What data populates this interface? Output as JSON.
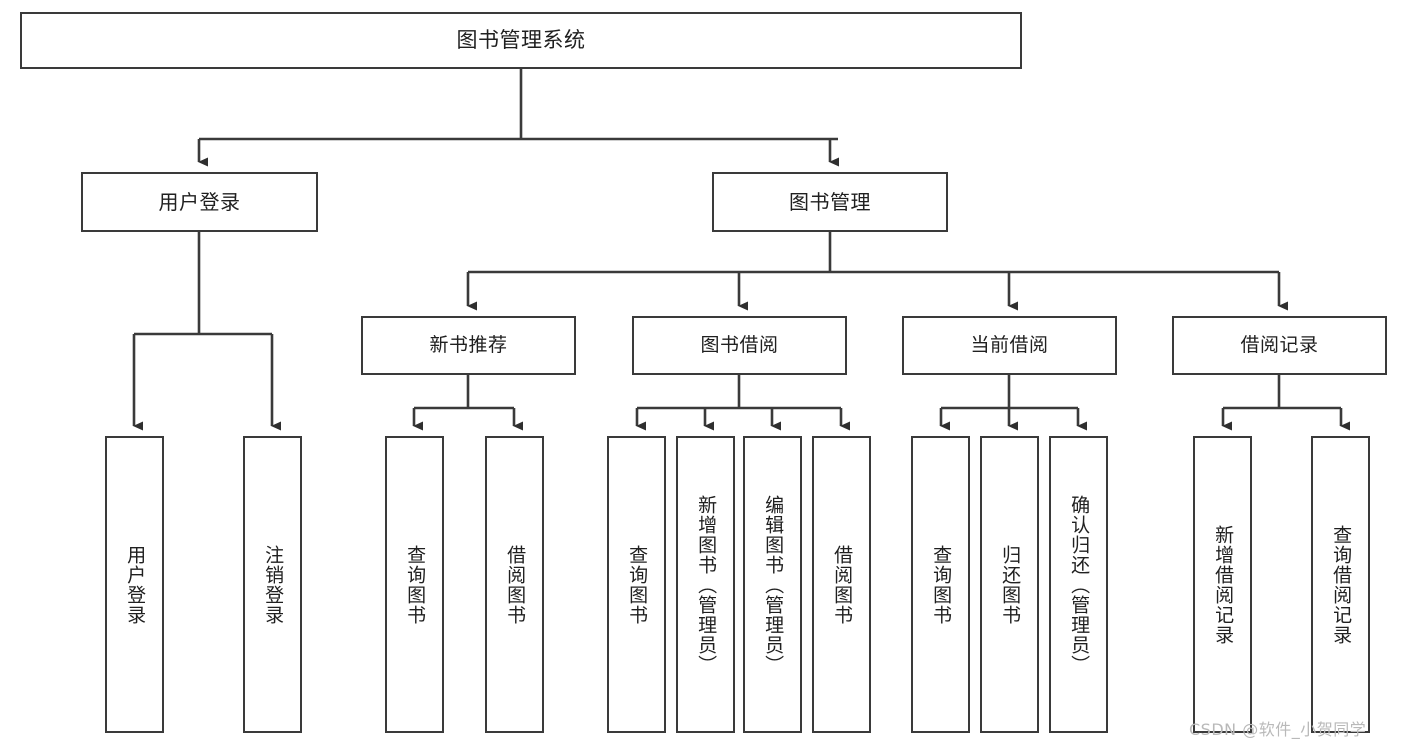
{
  "diagram": {
    "type": "tree-hierarchy",
    "title": "图书管理系统",
    "watermark": "CSDN @软件_小贺同学",
    "colors": {
      "stroke": "#3a3a3a",
      "fill": "#ffffff",
      "text": "#202020",
      "watermark": "#b9b9b9"
    },
    "nodes": {
      "root": {
        "label": "图书管理系统"
      },
      "level2": [
        {
          "id": "user-login",
          "label": "用户登录"
        },
        {
          "id": "book-manage",
          "label": "图书管理"
        }
      ],
      "level3": [
        {
          "id": "new-book-rec",
          "label": "新书推荐"
        },
        {
          "id": "book-borrow",
          "label": "图书借阅"
        },
        {
          "id": "current-borrow",
          "label": "当前借阅"
        },
        {
          "id": "borrow-record",
          "label": "借阅记录"
        }
      ],
      "leaves": [
        {
          "id": "leaf-user-login",
          "label": "用户登录",
          "parent": "user-login"
        },
        {
          "id": "leaf-logout",
          "label": "注销登录",
          "parent": "user-login"
        },
        {
          "id": "leaf-query-book-1",
          "label": "查询图书",
          "parent": "new-book-rec"
        },
        {
          "id": "leaf-borrow-book-1",
          "label": "借阅图书",
          "parent": "new-book-rec"
        },
        {
          "id": "leaf-query-book-2",
          "label": "查询图书",
          "parent": "book-borrow"
        },
        {
          "id": "leaf-add-book",
          "label": "新增图书（管理员）",
          "parent": "book-borrow"
        },
        {
          "id": "leaf-edit-book",
          "label": "编辑图书（管理员）",
          "parent": "book-borrow"
        },
        {
          "id": "leaf-borrow-book-2",
          "label": "借阅图书",
          "parent": "book-borrow"
        },
        {
          "id": "leaf-query-book-3",
          "label": "查询图书",
          "parent": "current-borrow"
        },
        {
          "id": "leaf-return-book",
          "label": "归还图书",
          "parent": "current-borrow"
        },
        {
          "id": "leaf-confirm-return",
          "label": "确认归还（管理员）",
          "parent": "current-borrow"
        },
        {
          "id": "leaf-add-record",
          "label": "新增借阅记录",
          "parent": "borrow-record"
        },
        {
          "id": "leaf-query-record",
          "label": "查询借阅记录",
          "parent": "borrow-record"
        }
      ]
    }
  }
}
